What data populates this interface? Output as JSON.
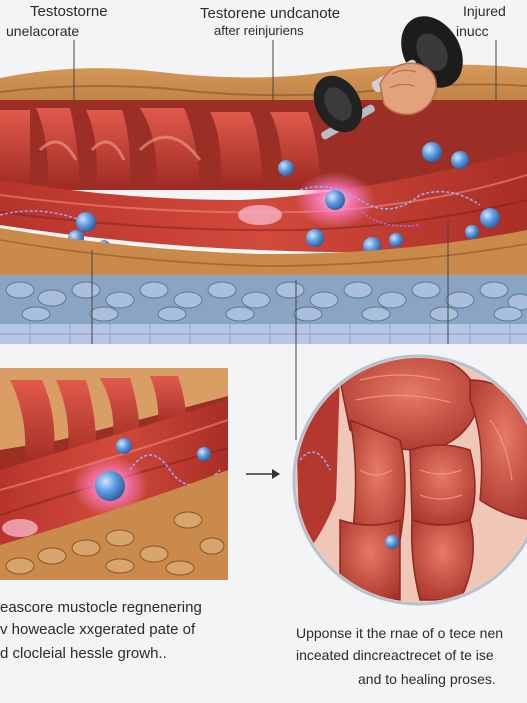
{
  "labels": {
    "top_left_title": "Testostorne",
    "top_left_sub": "unelacorate",
    "top_mid_title": "Testorene undcanote",
    "top_mid_sub": "after reinjuriens",
    "top_right_title": "Injured",
    "top_right_sub": "inucc"
  },
  "captions": {
    "left_line1": "eascore mustocle regnenering",
    "left_line2": "v howeacle xxgerated pate of",
    "left_line3": "d clocleial hessle growh..",
    "right_line1": "Upponse it the rnae of o tece nen",
    "right_line2": "inceated dincreactrecet of te ise",
    "right_line3": "and to healing proses."
  },
  "icons": [
    "dumbbell-icon",
    "hand-icon",
    "arrow-right-icon"
  ],
  "colors": {
    "muscle_red": "#c0392b",
    "fat_tan": "#c98a4b",
    "cell_blue": "#4f8fd1",
    "tissue_blue": "#8aa4c4",
    "grid_blue": "#b8c6e6"
  }
}
